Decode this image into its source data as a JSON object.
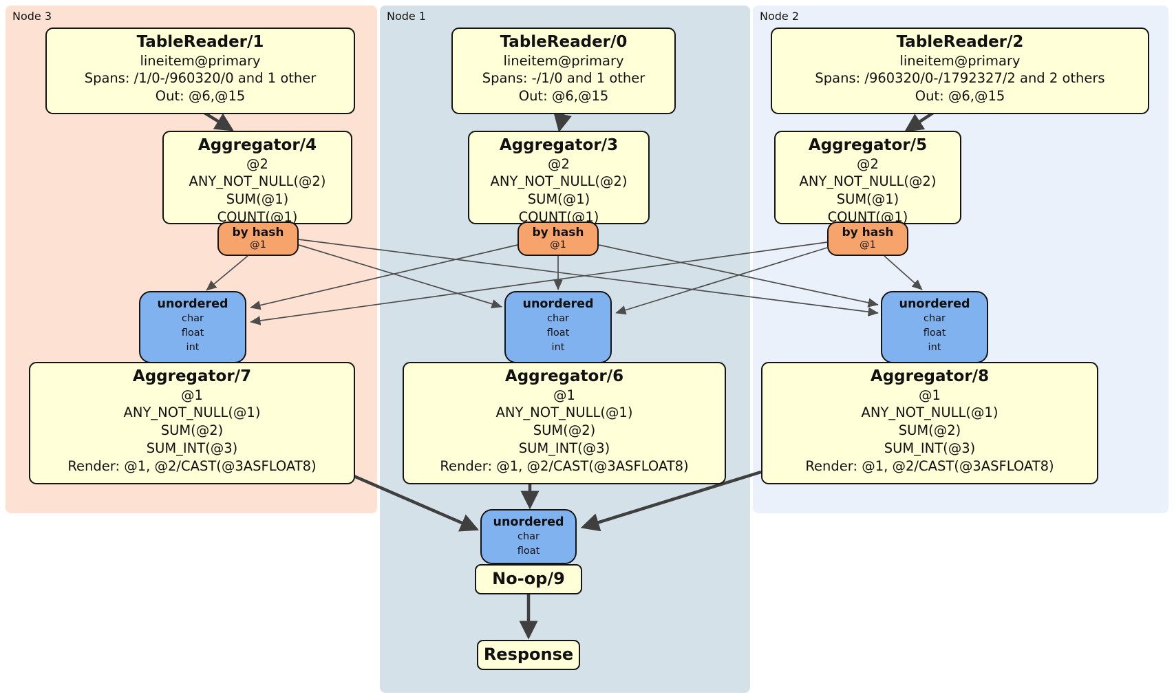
{
  "regions": {
    "node3": {
      "label": "Node 3",
      "color": "#fde1d3"
    },
    "node1": {
      "label": "Node 1",
      "color": "#d4e1e8"
    },
    "node2": {
      "label": "Node 2",
      "color": "#ebf1fa"
    }
  },
  "processors": {
    "tablereader1": {
      "title": "TableReader/1",
      "lines": [
        "lineitem@primary",
        "Spans: /1/0-/960320/0 and 1 other",
        "Out: @6,@15"
      ]
    },
    "tablereader0": {
      "title": "TableReader/0",
      "lines": [
        "lineitem@primary",
        "Spans: -/1/0 and 1 other",
        "Out: @6,@15"
      ]
    },
    "tablereader2": {
      "title": "TableReader/2",
      "lines": [
        "lineitem@primary",
        "Spans: /960320/0-/1792327/2 and 2 others",
        "Out: @6,@15"
      ]
    },
    "aggregator4": {
      "title": "Aggregator/4",
      "lines": [
        "@2",
        "ANY_NOT_NULL(@2)",
        "SUM(@1)",
        "COUNT(@1)"
      ]
    },
    "aggregator3": {
      "title": "Aggregator/3",
      "lines": [
        "@2",
        "ANY_NOT_NULL(@2)",
        "SUM(@1)",
        "COUNT(@1)"
      ]
    },
    "aggregator5": {
      "title": "Aggregator/5",
      "lines": [
        "@2",
        "ANY_NOT_NULL(@2)",
        "SUM(@1)",
        "COUNT(@1)"
      ]
    },
    "aggregator7": {
      "title": "Aggregator/7",
      "lines": [
        "@1",
        "ANY_NOT_NULL(@1)",
        "SUM(@2)",
        "SUM_INT(@3)",
        "Render: @1, @2/CAST(@3ASFLOAT8)"
      ]
    },
    "aggregator6": {
      "title": "Aggregator/6",
      "lines": [
        "@1",
        "ANY_NOT_NULL(@1)",
        "SUM(@2)",
        "SUM_INT(@3)",
        "Render: @1, @2/CAST(@3ASFLOAT8)"
      ]
    },
    "aggregator8": {
      "title": "Aggregator/8",
      "lines": [
        "@1",
        "ANY_NOT_NULL(@1)",
        "SUM(@2)",
        "SUM_INT(@3)",
        "Render: @1, @2/CAST(@3ASFLOAT8)"
      ]
    }
  },
  "router": {
    "title": "by hash",
    "key": "@1"
  },
  "sync_full": {
    "title": "unordered",
    "types": [
      "char",
      "float",
      "int"
    ]
  },
  "sync_final": {
    "title": "unordered",
    "types": [
      "char",
      "float"
    ]
  },
  "noop": {
    "title": "No-op/9"
  },
  "response": {
    "title": "Response"
  },
  "colors": {
    "processor_fill": "#ffffd8",
    "router_fill": "#f7a46c",
    "sync_fill": "#7fb2ee",
    "edge_thin": "#4d4d4d",
    "edge_thick": "#3f3f3f"
  }
}
